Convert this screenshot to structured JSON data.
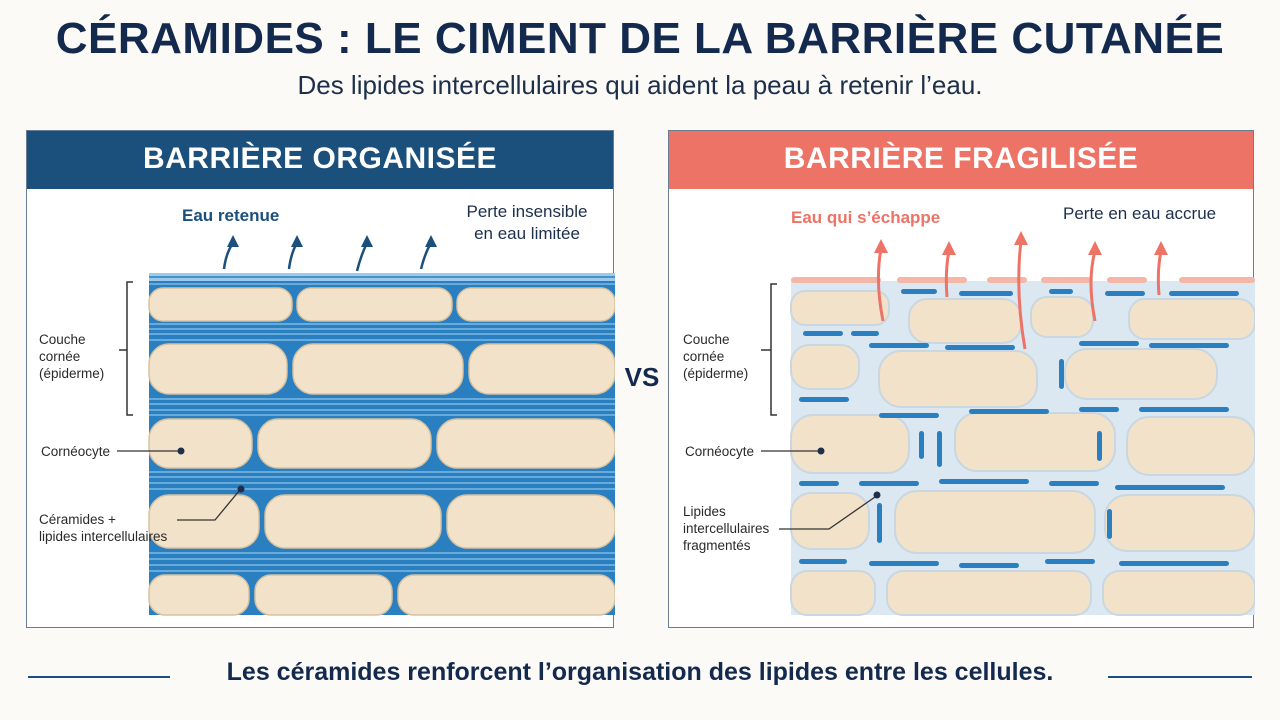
{
  "title": "CÉRAMIDES : LE CIMENT DE LA BARRIÈRE CUTANÉE",
  "subtitle": "Des lipides intercellulaires qui aident la peau à retenir l’eau.",
  "vs": "VS",
  "footer": "Les céramides renforcent l’organisation des lipides entre les cellules.",
  "colors": {
    "organized": "#1b4f7c",
    "fragile": "#ec7366",
    "lipid": "#2a7fc0",
    "cell": "#f1e2c9"
  },
  "left": {
    "heading": "BARRIÈRE ORGANISÉE",
    "water_label": "Eau retenue",
    "loss_label_1": "Perte insensible",
    "loss_label_2": "en eau limitée",
    "layer_label_1": "Couche",
    "layer_label_2": "cornée",
    "layer_label_3": "(épiderme)",
    "cell_label": "Cornéocyte",
    "lipid_label_1": "Céramides +",
    "lipid_label_2": "lipides intercellulaires"
  },
  "right": {
    "heading": "BARRIÈRE FRAGILISÉE",
    "water_label": "Eau qui s’échappe",
    "loss_label": "Perte en eau accrue",
    "layer_label_1": "Couche",
    "layer_label_2": "cornée",
    "layer_label_3": "(épiderme)",
    "cell_label": "Cornéocyte",
    "lipid_label_1": "Lipides",
    "lipid_label_2": "intercellulaires",
    "lipid_label_3": "fragmentés"
  }
}
